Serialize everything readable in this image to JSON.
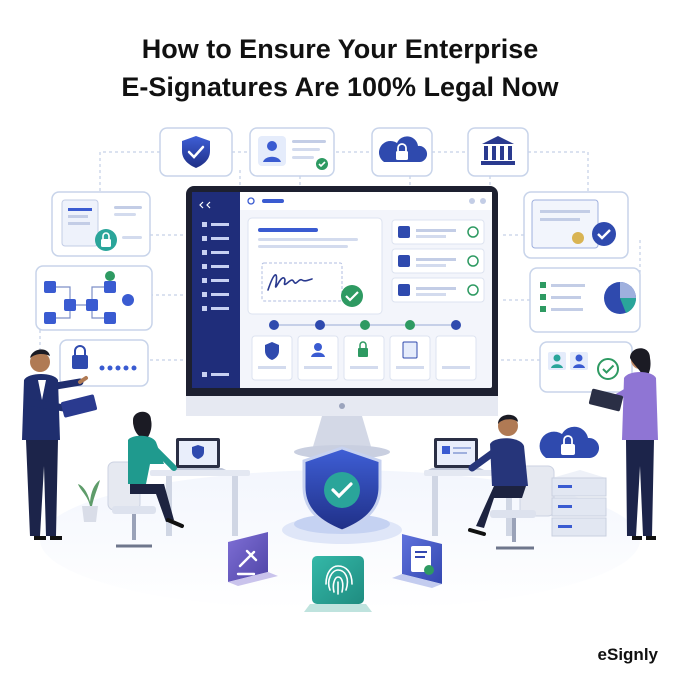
{
  "header": {
    "title_line1": "How to Ensure Your Enterprise",
    "title_line2": "E-Signatures Are 100% Legal Now"
  },
  "brand": {
    "name": "eSignly"
  },
  "colors": {
    "navy": "#2a3a8f",
    "blue": "#3a5bd1",
    "green": "#2e9a62",
    "teal": "#2aa59a",
    "purple": "#6a5fc2"
  },
  "icons": {
    "top_row": [
      "shield-check-icon",
      "user-profile-icon",
      "cloud-lock-icon",
      "bank-icon"
    ],
    "left_column": [
      "document-lock-icon",
      "workflow-icon",
      "password-lock-icon"
    ],
    "right_column": [
      "certificate-icon",
      "checklist-chart-icon",
      "users-verified-icon"
    ],
    "floor": [
      "gavel-icon",
      "fingerprint-icon",
      "signed-document-icon"
    ]
  }
}
